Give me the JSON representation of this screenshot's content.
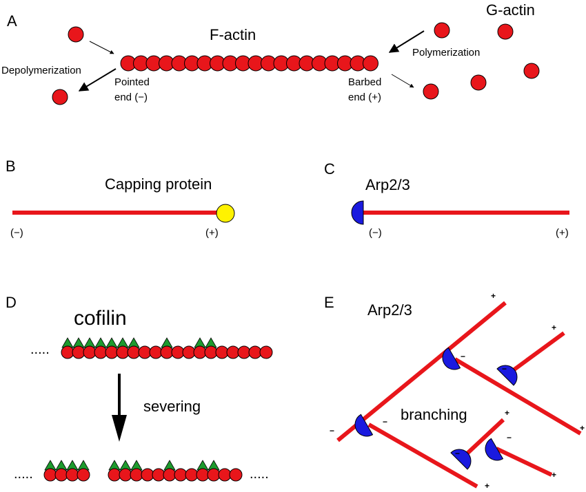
{
  "panels": {
    "A": {
      "letter": "A",
      "title": "F-actin",
      "gactin": "G-actin",
      "polymerization": "Polymerization",
      "depolymerization": "Depolymerization",
      "pointed_1": "Pointed",
      "pointed_2": "end (−)",
      "barbed_1": "Barbed",
      "barbed_2": "end (+)"
    },
    "B": {
      "letter": "B",
      "title": "Capping protein",
      "minus": "(−)",
      "plus": "(+)"
    },
    "C": {
      "letter": "C",
      "title": "Arp2/3",
      "minus": "(−)",
      "plus": "(+)"
    },
    "D": {
      "letter": "D",
      "title": "cofilin",
      "severing": "severing",
      "dots": "....."
    },
    "E": {
      "letter": "E",
      "title": "Arp2/3",
      "branching": "branching",
      "plus": "+",
      "minus": "−"
    }
  },
  "colors": {
    "actin_red": "#e8161b",
    "capping_yellow": "#fff200",
    "arp_blue": "#1a1adf",
    "cofilin_green": "#1e9a2e"
  }
}
